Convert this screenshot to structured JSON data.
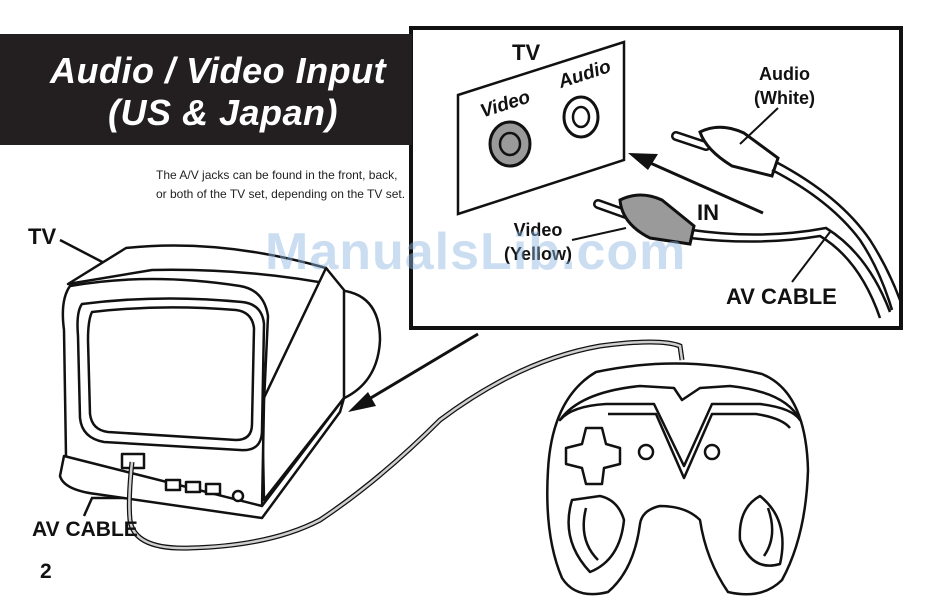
{
  "title": {
    "line1": "Audio / Video Input",
    "line2": "(US & Japan)"
  },
  "description": "The A/V jacks can be found in the front, back, or both of the TV set, depending on the TV set.",
  "labels": {
    "tv_main": "TV",
    "av_cable_main": "AV CABLE",
    "tv_inset": "TV",
    "jack_video": "Video",
    "jack_audio": "Audio",
    "audio_plug": [
      "Audio",
      "(White)"
    ],
    "video_plug": [
      "Video",
      "(Yellow)"
    ],
    "in_arrow": "IN",
    "av_cable_inset": "AV CABLE"
  },
  "page_number": "2",
  "watermark": "ManualsLib.com",
  "icons": [
    "tv-illustration",
    "controller-illustration",
    "rca-plug-icon",
    "arrow-icon"
  ],
  "colors": {
    "banner": "#231f20",
    "banner_text": "#ffffff",
    "video_jack_fill": "#9a9a9a",
    "watermark": "#8cb4e1"
  }
}
